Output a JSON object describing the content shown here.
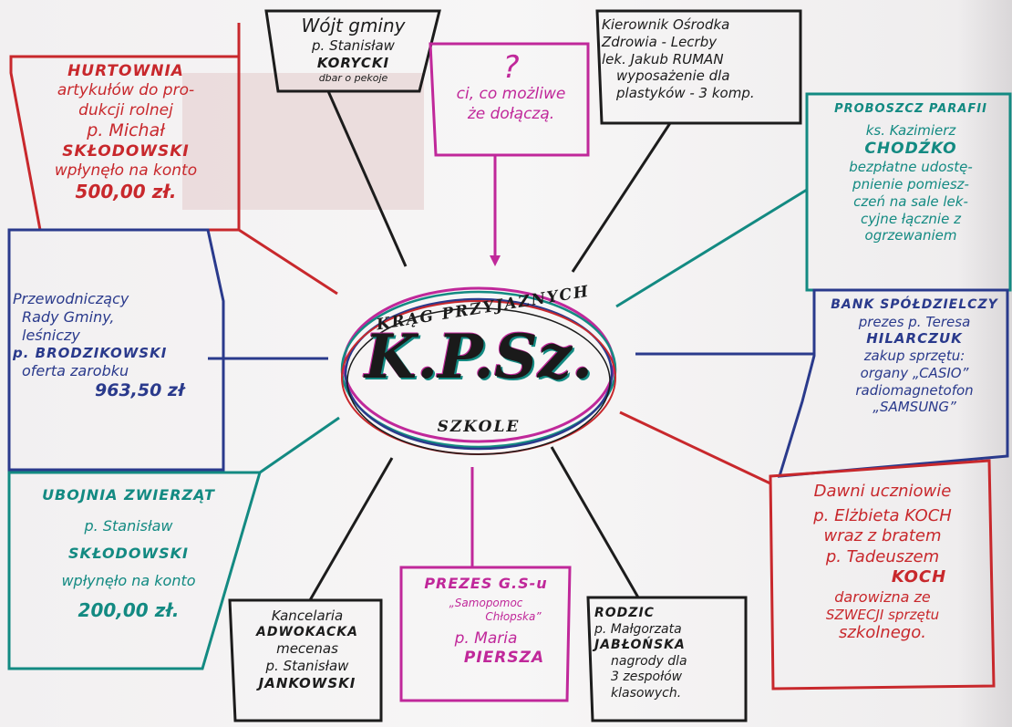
{
  "center": {
    "top_text": "KRĄG PRZYJAZNYCH",
    "main_text": "K.P.Sz.",
    "bottom_text": "SZKOLE"
  },
  "boxes": {
    "hurtownia": [
      "HURTOWNIA",
      "artykułów do pro-",
      "dukcji rolnej",
      "p. Michał",
      "SKŁODOWSKI",
      "wpłynęło na konto",
      "500,00 zł."
    ],
    "wojt": [
      "Wójt gminy",
      "p. Stanisław",
      "KORYCKI",
      "dbar o pekoje"
    ],
    "question": [
      "?",
      "ci, co możliwe",
      "że dołączą."
    ],
    "kierownik": [
      "Kierownik Ośrodka",
      "Zdrowia - Lecrby",
      "lek. Jakub RUMAN",
      "wyposażenie dla",
      "plastyków - 3 komp."
    ],
    "proboszcz": [
      "PROBOSZCZ PARAFII",
      "ks. Kazimierz",
      "CHODŹKO",
      "bezpłatne udostę-",
      "pnienie pomiesz-",
      "czeń na sale lek-",
      "cyjne łącznie z",
      "ogrzewaniem"
    ],
    "przewodniczacy": [
      "Przewodniczący",
      "Rady Gminy,",
      "leśniczy",
      "p. BRODZIKOWSKI",
      "oferta zarobku",
      "963,50 zł"
    ],
    "bank": [
      "BANK SPÓŁDZIELCZY",
      "prezes p. Teresa",
      "HILARCZUK",
      "zakup sprzętu:",
      "organy „CASIO”",
      "radiomagnetofon",
      "„SAMSUNG”"
    ],
    "ubojnia": [
      "UBOJNIA ZWIERZĄT",
      "p. Stanisław",
      "SKŁODOWSKI",
      "wpłynęło na konto",
      "200,00 zł."
    ],
    "kancelaria": [
      "Kancelaria",
      "ADWOKACKA",
      "mecenas",
      "p. Stanisław",
      "JANKOWSKI"
    ],
    "prezes": [
      "PREZES G.S-u",
      "„Samopomoc",
      "Chłopska”",
      "p. Maria",
      "PIERSZA"
    ],
    "rodzic": [
      "RODZIC",
      "p. Małgorzata",
      "JABŁOŃSKA",
      "nagrody dla",
      "3 zespołów",
      "klasowych."
    ],
    "dawni": [
      "Dawni uczniowie",
      "p. Elżbieta KOCH",
      "wraz z bratem",
      "p. Tadeuszem",
      "KOCH",
      "darowizna ze",
      "SZWECJI sprzętu",
      "szkolnego."
    ]
  },
  "colors": {
    "red": "#c8282c",
    "navy": "#2a3a8c",
    "teal": "#138a82",
    "magenta": "#c0289a",
    "black": "#1c1c1c"
  }
}
